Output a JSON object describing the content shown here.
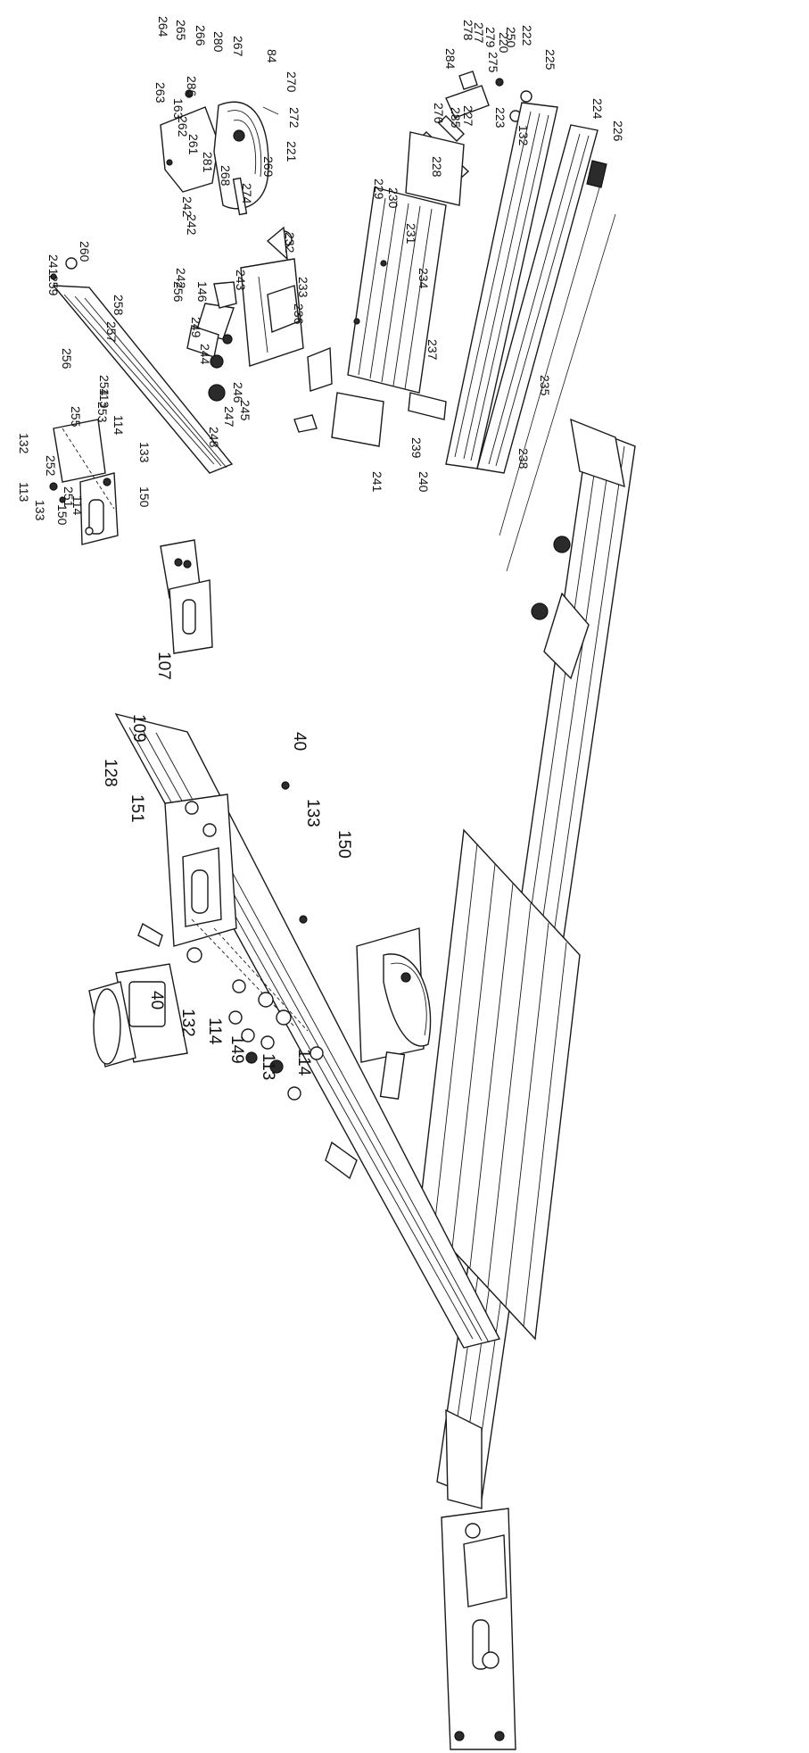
{
  "diagram": {
    "type": "exploded-parts-diagram",
    "orientation": "rotated-90",
    "line_color": "#1a1a1a",
    "background": "#ffffff"
  },
  "exploded_labels": [
    "264",
    "265",
    "266",
    "280",
    "267",
    "84",
    "270",
    "286",
    "263",
    "163",
    "262",
    "261",
    "281",
    "268",
    "274",
    "269",
    "221",
    "272",
    "275",
    "278",
    "277",
    "279",
    "284",
    "220",
    "250",
    "222",
    "225",
    "276",
    "285",
    "227",
    "223",
    "132",
    "224",
    "226",
    "228",
    "229",
    "230",
    "231",
    "232",
    "233",
    "236",
    "234",
    "237",
    "242",
    "146",
    "243",
    "244",
    "256",
    "249",
    "245",
    "246",
    "247",
    "248",
    "235",
    "238",
    "239",
    "240",
    "241",
    "260",
    "241",
    "259",
    "258",
    "257",
    "242",
    "242",
    "256",
    "254",
    "253",
    "255",
    "113",
    "114",
    "133",
    "150",
    "132",
    "252",
    "113",
    "251",
    "133",
    "150",
    "114"
  ],
  "assembly_labels": [
    "107",
    "109",
    "128",
    "151",
    "40",
    "133",
    "150",
    "40",
    "132",
    "114",
    "149",
    "113",
    "114"
  ]
}
